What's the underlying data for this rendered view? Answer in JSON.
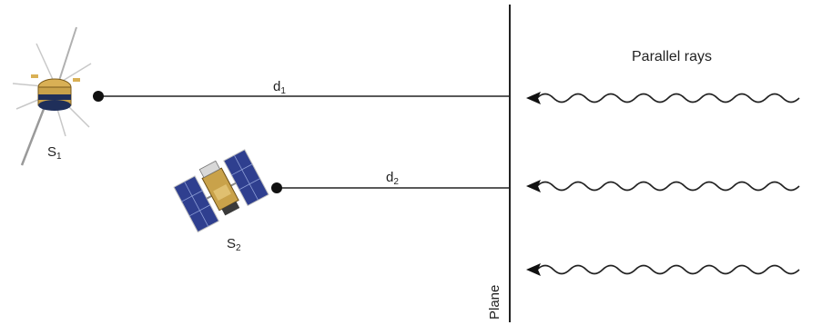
{
  "diagram": {
    "satellite_1": {
      "letter": "S",
      "index": "1"
    },
    "satellite_2": {
      "letter": "S",
      "index": "2"
    },
    "distance_1": {
      "letter": "d",
      "index": "1"
    },
    "distance_2": {
      "letter": "d",
      "index": "2"
    },
    "rays_label": "Parallel rays",
    "plane_label": "Plane",
    "colors": {
      "line": "#222222",
      "solar_panel": "#2f3f8f",
      "satellite_body": "#c9a24a",
      "satellite_band": "#1f2f5a"
    }
  }
}
